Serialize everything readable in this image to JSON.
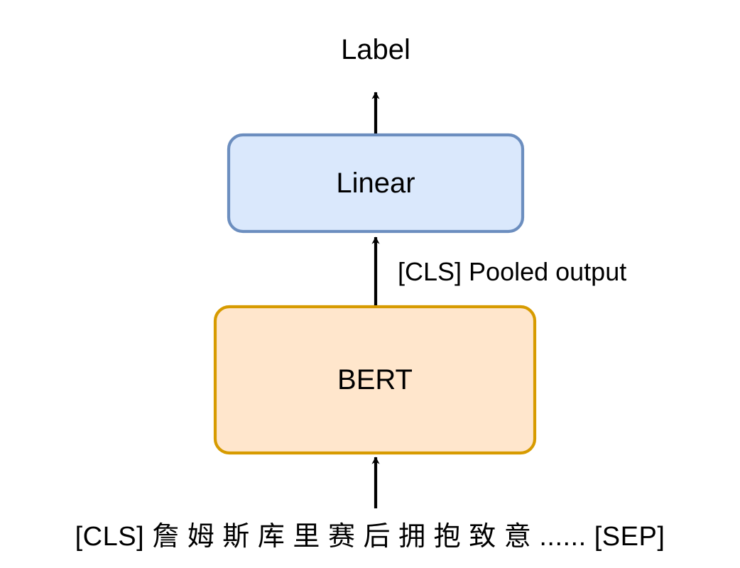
{
  "diagram": {
    "title_text": "Label",
    "type": "bert-text-classification-architecture",
    "background_color": "#ffffff",
    "nodes": [
      {
        "id": "linear",
        "label": "Linear",
        "fill_color": "#dae8fc",
        "stroke_color": "#6c8ebf",
        "shape": "rounded-rectangle"
      },
      {
        "id": "bert",
        "label": "BERT",
        "fill_color": "#ffe6cc",
        "stroke_color": "#d79b00",
        "shape": "rounded-rectangle"
      }
    ],
    "edges": [
      {
        "id": "bert-to-linear",
        "label": "[CLS] Pooled output",
        "from": "bert",
        "to": "linear",
        "color": "#000000"
      },
      {
        "id": "linear-to-label",
        "label": "",
        "from": "linear",
        "to": "label",
        "color": "#000000"
      },
      {
        "id": "input-to-bert",
        "label": "",
        "from": "input-sequence",
        "to": "bert",
        "color": "#000000"
      }
    ],
    "input_sequence": "[CLS] 詹 姆 斯 库 里 赛 后 拥 抱 致 意 ...... [SEP]",
    "pooled_output_label": "[CLS] Pooled output"
  }
}
